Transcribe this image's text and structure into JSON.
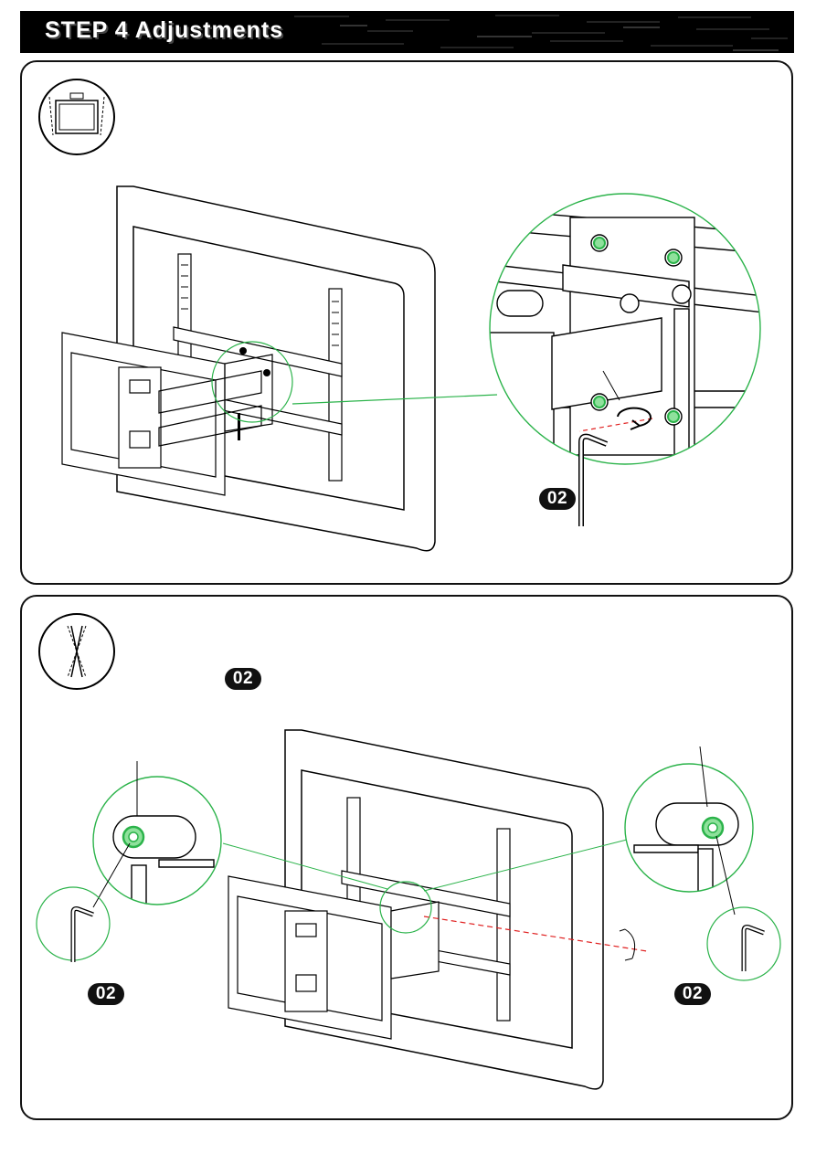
{
  "header": {
    "title": "STEP 4 Adjustments"
  },
  "panel_top": {
    "icon": "tv-level-adjust-icon",
    "badge": "02"
  },
  "panel_bottom": {
    "icon": "tv-tilt-adjust-icon",
    "badge_instruction": "02",
    "badge_left": "02",
    "badge_right": "02"
  },
  "colors": {
    "accent_green": "#2bb34a",
    "guide_red": "#e02020",
    "line": "#000000"
  }
}
